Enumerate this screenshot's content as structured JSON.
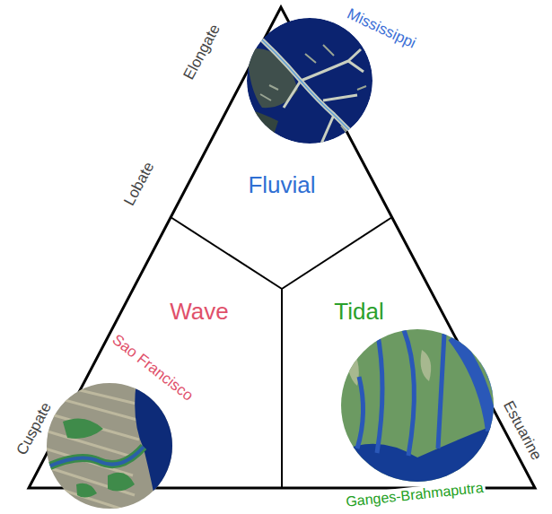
{
  "diagram": {
    "nodes": [
      {
        "text": [
          "Mississippi"
        ]
      },
      {
        "text": [
          "Fluvial"
        ]
      },
      {
        "text": [
          "Wave"
        ]
      },
      {
        "text": [
          "Tidal"
        ]
      },
      {
        "text": [
          "Sao Francisco"
        ]
      },
      {
        "text": [
          "Ganges-Brahmaputra"
        ]
      }
    ],
    "labels": [
      "Elongate",
      "Lobate",
      "Cuspate",
      "Estuarine"
    ]
  }
}
